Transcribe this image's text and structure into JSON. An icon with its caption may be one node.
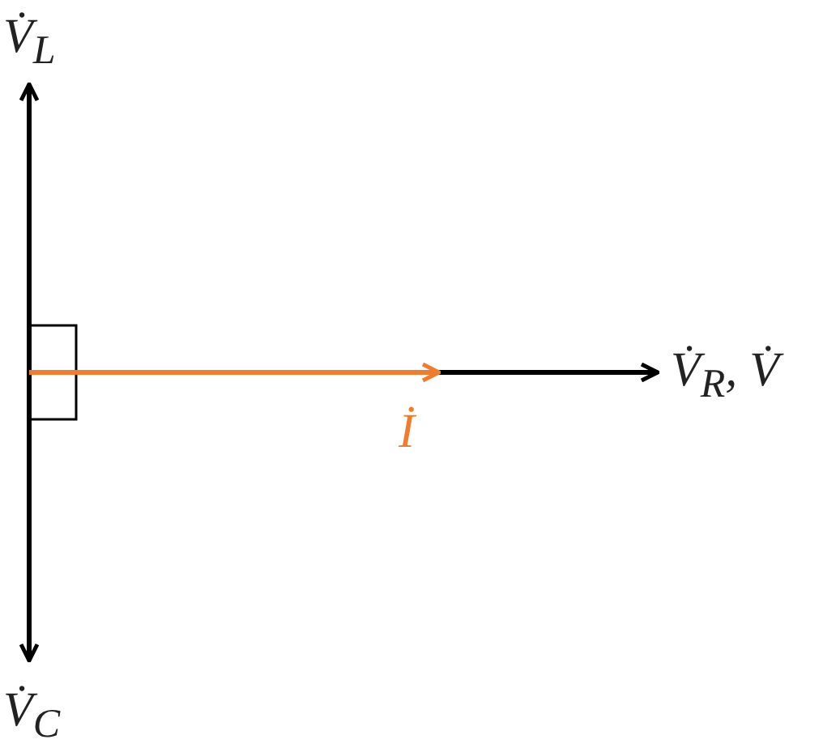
{
  "diagram": {
    "labels": [
      "V̇$_{L}$",
      "V̇$_{R}$, V̇",
      "İ",
      "V̇$_{C}$"
    ]
  }
}
